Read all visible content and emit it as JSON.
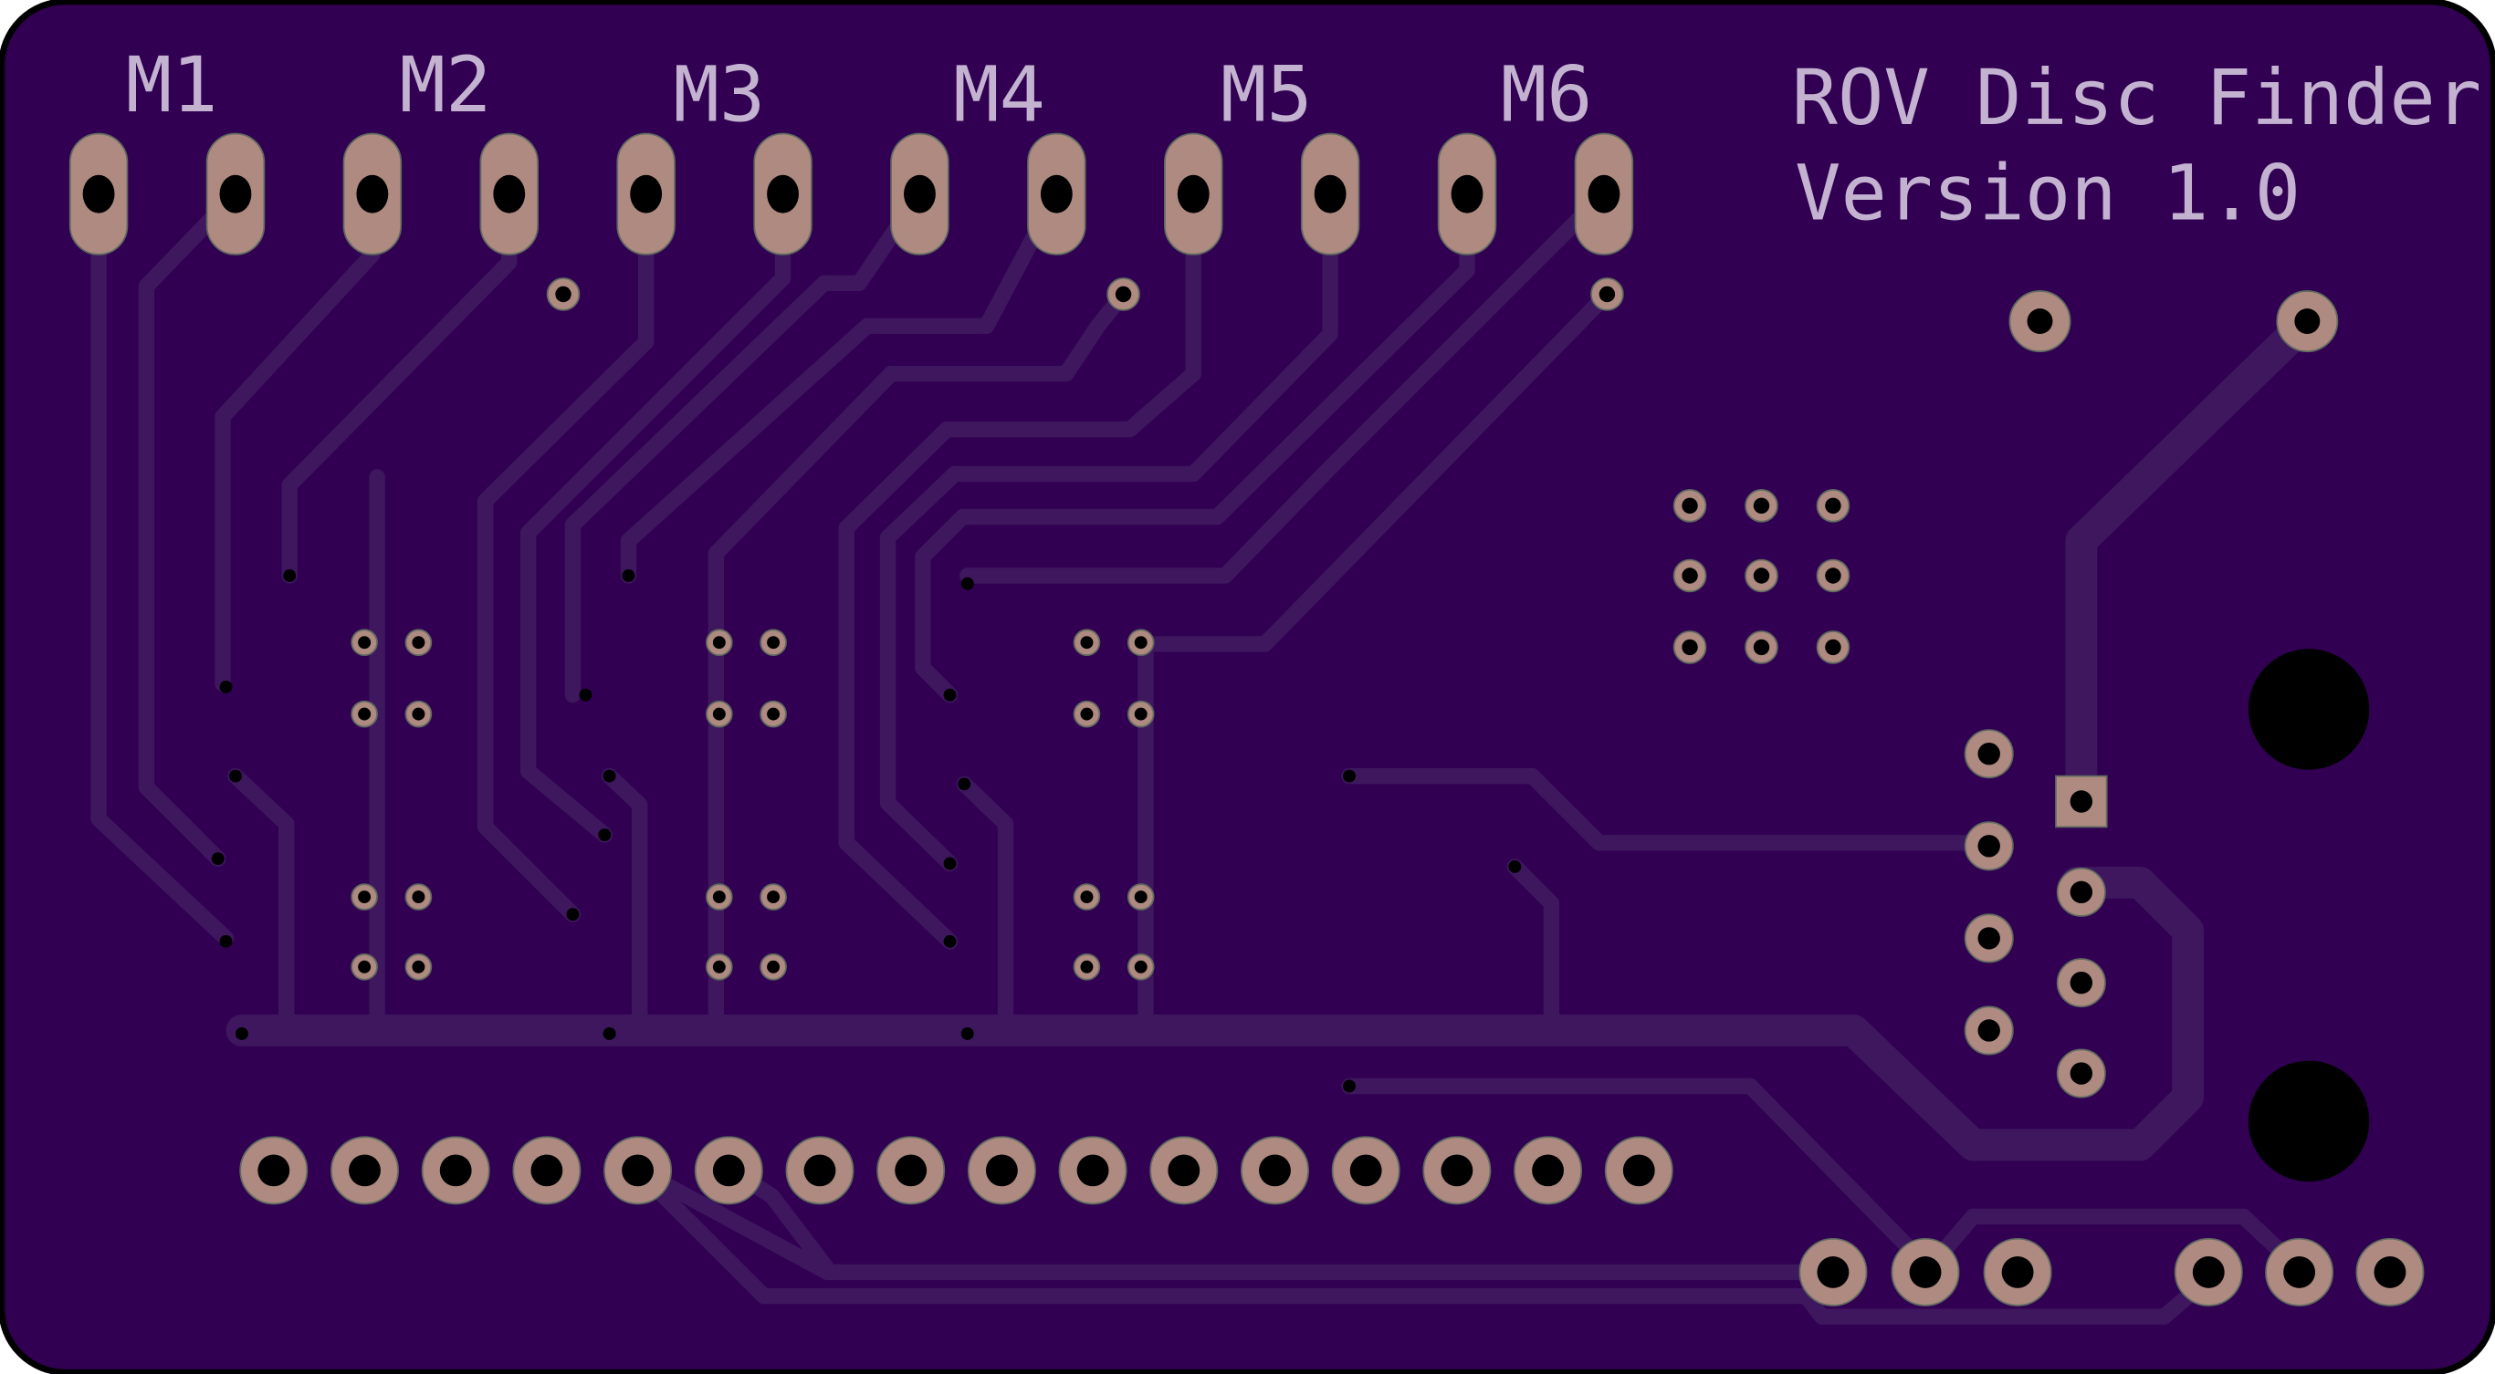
{
  "board": {
    "title_line1": "ROV Disc Finder",
    "title_line2": "Version 1.0",
    "motor_labels": [
      "M1",
      "M2",
      "M3",
      "M4",
      "M5",
      "M6"
    ],
    "colors": {
      "board": "#310052",
      "trace": "#3e175f",
      "pad": "#ae8a80",
      "silkscreen": "#c4b3d0",
      "outline": "#000000"
    }
  }
}
